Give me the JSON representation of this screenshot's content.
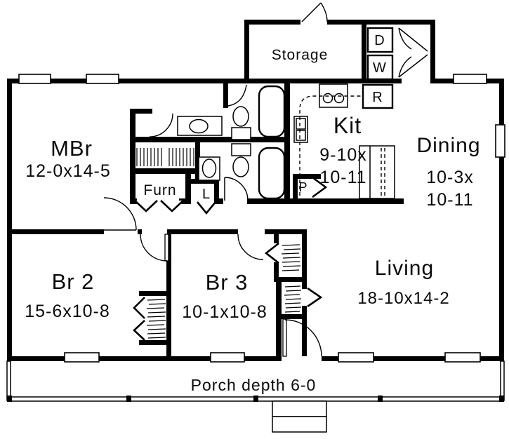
{
  "plan_type": "floor-plan",
  "colors": {
    "wall": "#000000",
    "background": "#ffffff",
    "text": "#0a0a0a"
  },
  "rooms": {
    "storage": {
      "label": "Storage"
    },
    "mbr": {
      "label": "MBr",
      "dims": "12-0x14-5"
    },
    "kit": {
      "label": "Kit",
      "dims_line1": "9-10x",
      "dims_line2": "10-11"
    },
    "dining": {
      "label": "Dining",
      "dims_line1": "10-3x",
      "dims_line2": "10-11"
    },
    "living": {
      "label": "Living",
      "dims": "18-10x14-2"
    },
    "br2": {
      "label": "Br 2",
      "dims": "15-6x10-8"
    },
    "br3": {
      "label": "Br 3",
      "dims": "10-1x10-8"
    },
    "furnace": {
      "label": "Furn"
    },
    "linen": {
      "label": "L"
    },
    "pantry": {
      "label": "P"
    },
    "refrigerator": {
      "label": "R"
    },
    "dryer": {
      "label": "D"
    },
    "washer": {
      "label": "W"
    },
    "porch": {
      "label": "Porch depth 6-0"
    }
  }
}
